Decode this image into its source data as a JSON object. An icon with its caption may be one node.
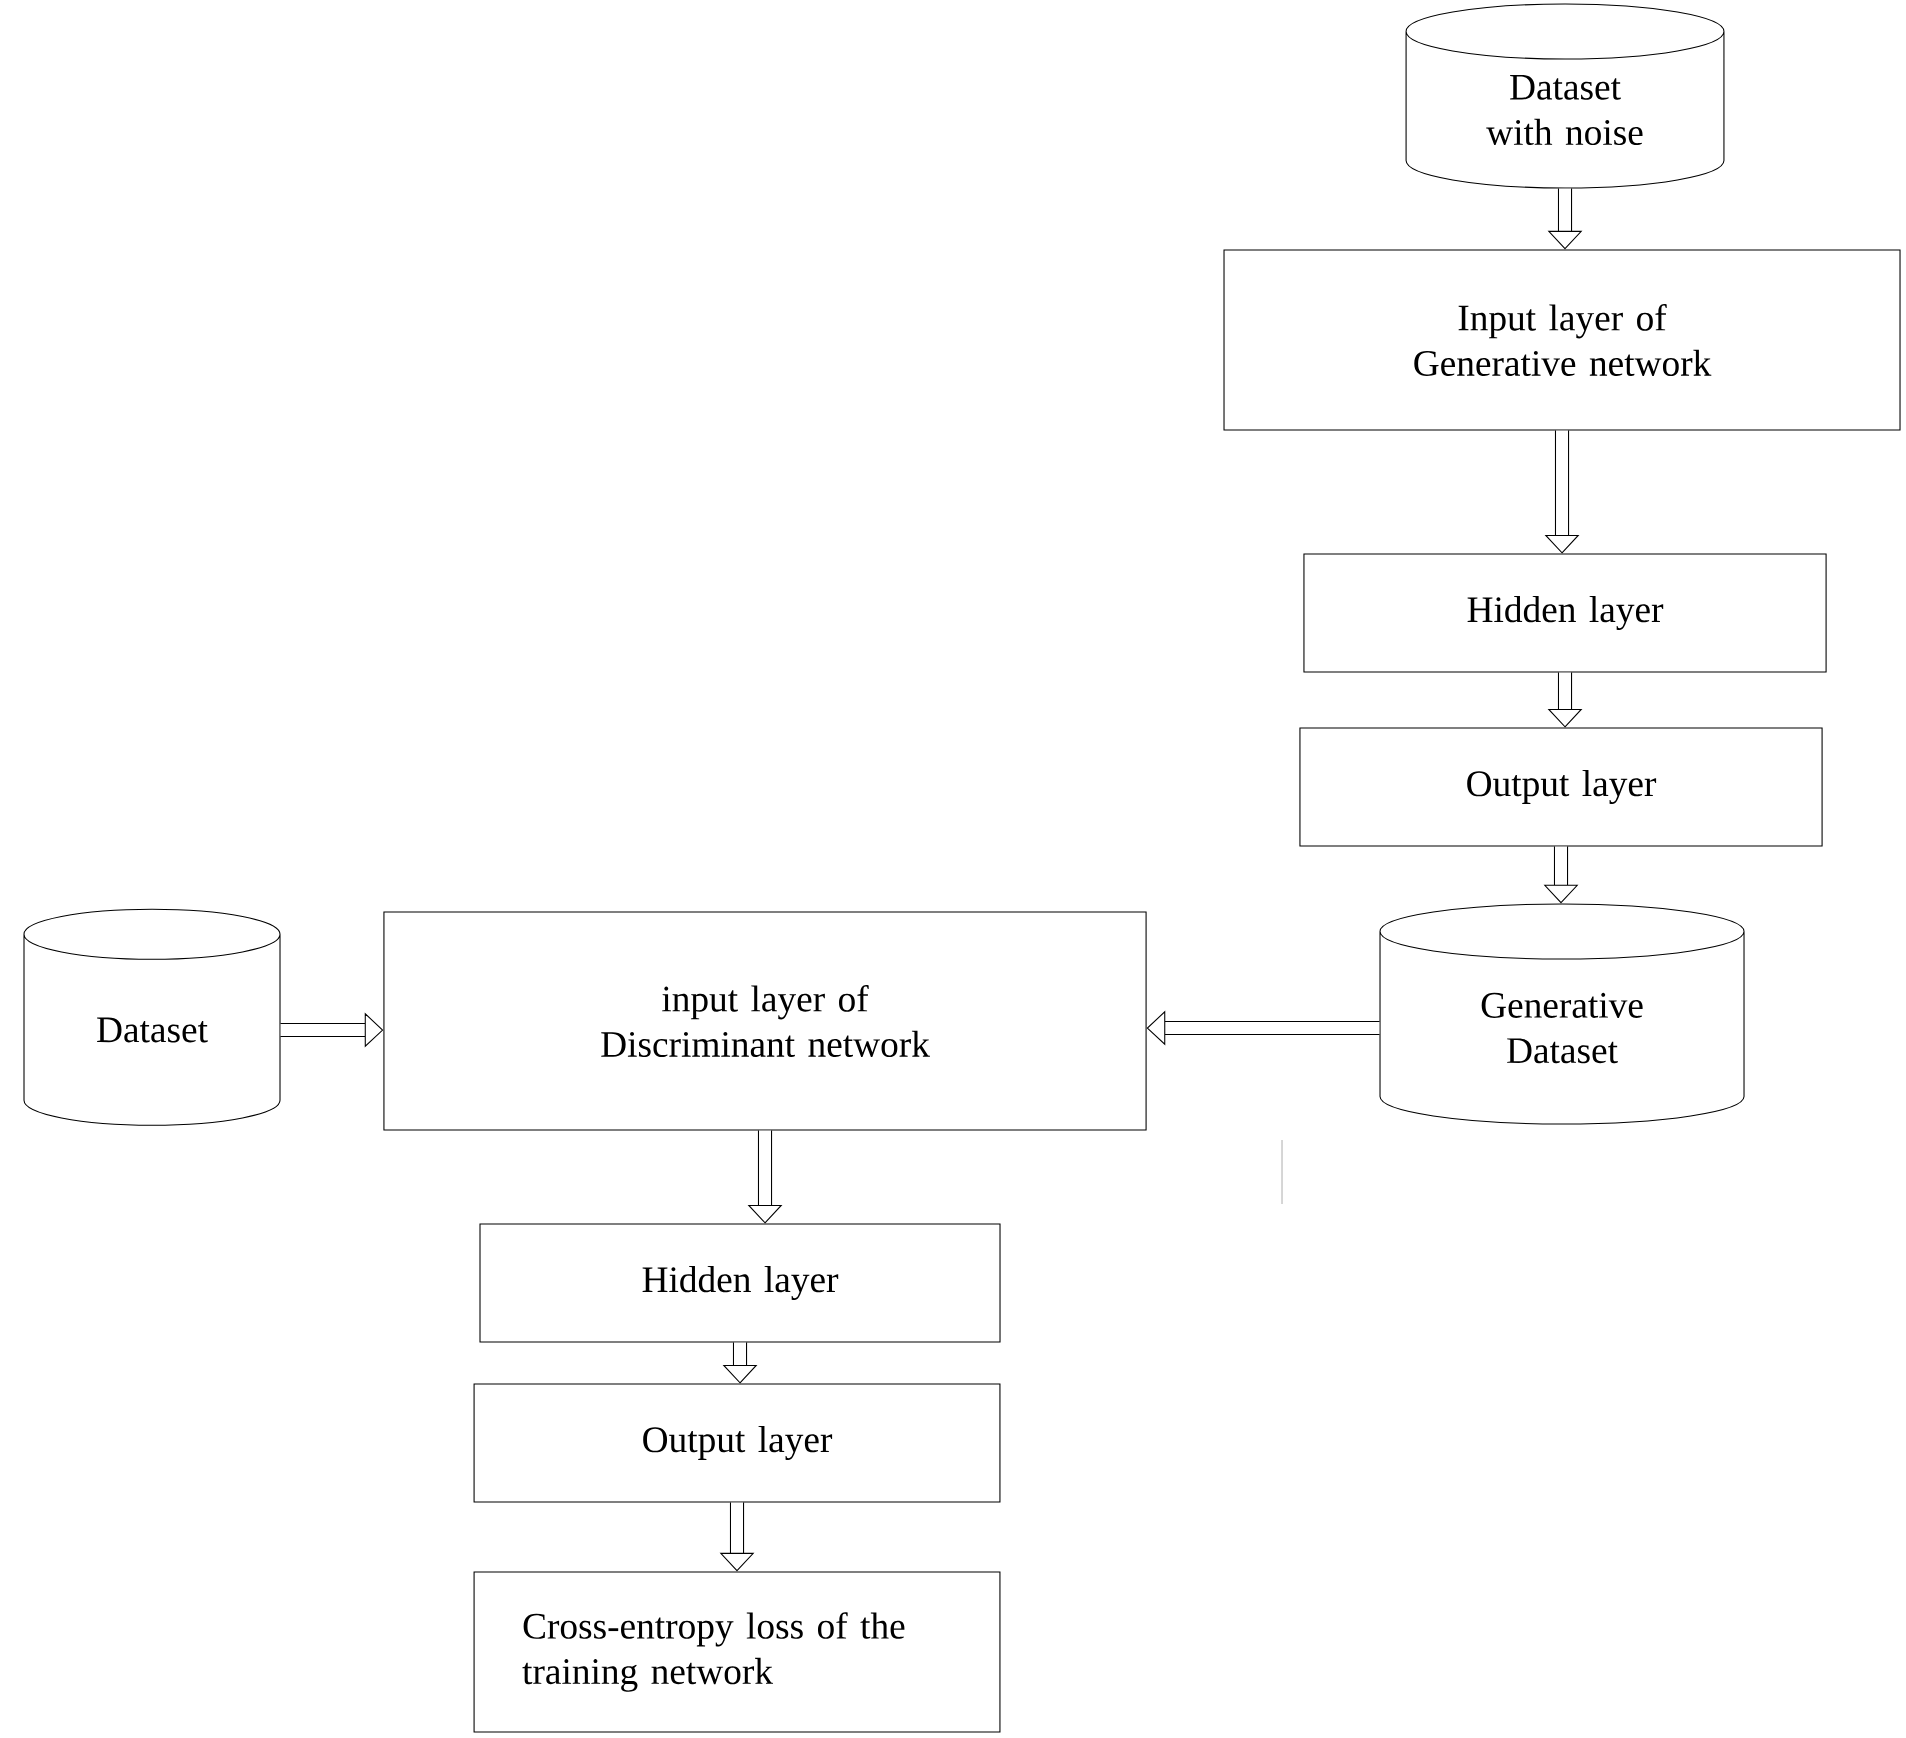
{
  "diagram": {
    "nodes": [
      {
        "text": [
          "Dataset with noise"
        ]
      },
      {
        "text": [
          "Input layer of Generative network"
        ]
      },
      {
        "text": [
          "Hidden layer"
        ]
      },
      {
        "text": [
          "Output layer"
        ]
      },
      {
        "text": [
          "Generative Dataset"
        ]
      },
      {
        "text": [
          "Dataset"
        ]
      },
      {
        "text": [
          "input layer of Discriminant network"
        ]
      },
      {
        "text": [
          "Hidden layer"
        ]
      },
      {
        "text": [
          "Output layer"
        ]
      },
      {
        "text": [
          "Cross-entropy loss of the training network"
        ]
      }
    ],
    "edges": [
      {
        "from": 0,
        "to": 1,
        "arrow": "to"
      },
      {
        "from": 1,
        "to": 2,
        "arrow": "to"
      },
      {
        "from": 2,
        "to": 3,
        "arrow": "to"
      },
      {
        "from": 3,
        "to": 4,
        "arrow": "to"
      },
      {
        "from": 5,
        "to": 6,
        "arrow": "to"
      },
      {
        "from": 4,
        "to": 6,
        "arrow": "to"
      },
      {
        "from": 6,
        "to": 7,
        "arrow": "to"
      },
      {
        "from": 7,
        "to": 8,
        "arrow": "to"
      },
      {
        "from": 8,
        "to": 9,
        "arrow": "to"
      }
    ]
  }
}
